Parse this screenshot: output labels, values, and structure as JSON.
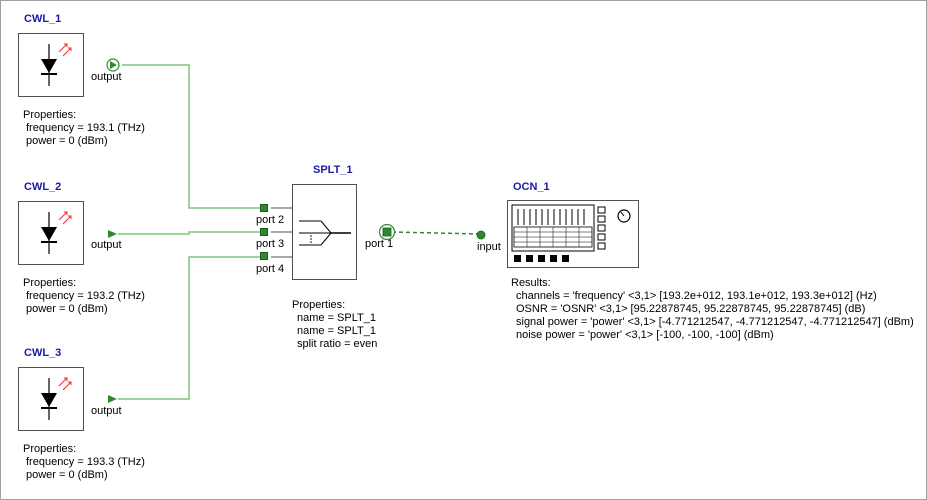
{
  "sources": [
    {
      "title": "CWL_1",
      "port_label": "output",
      "props_header": "Properties:",
      "props": [
        "frequency = 193.1 (THz)",
        "power = 0 (dBm)"
      ]
    },
    {
      "title": "CWL_2",
      "port_label": "output",
      "props_header": "Properties:",
      "props": [
        "frequency = 193.2 (THz)",
        "power = 0 (dBm)"
      ]
    },
    {
      "title": "CWL_3",
      "port_label": "output",
      "props_header": "Properties:",
      "props": [
        "frequency = 193.3 (THz)",
        "power = 0 (dBm)"
      ]
    }
  ],
  "splitter": {
    "title": "SPLT_1",
    "ports": [
      "port 2",
      "port 3",
      "port 4"
    ],
    "out_port": "port 1",
    "props_header": "Properties:",
    "props": [
      "name = SPLT_1",
      "name = SPLT_1",
      "split ratio = even"
    ]
  },
  "analyzer": {
    "title": "OCN_1",
    "in_port": "input",
    "results_header": "Results:",
    "results": [
      "channels = 'frequency' <3,1> [193.2e+012, 193.1e+012, 193.3e+012] (Hz)",
      "OSNR = 'OSNR' <3,1> [95.22878745, 95.22878745, 95.22878745] (dB)",
      "signal power = 'power' <3,1> [-4.771212547, -4.771212547, -4.771212547] (dBm)",
      "noise power = 'power' <3,1> [-100, -100, -100] (dBm)"
    ]
  },
  "colors": {
    "title": "#1a1aa6",
    "wire": "#7cc47c",
    "port": "#2f8a2f",
    "laser_arrow": "#e03030"
  }
}
